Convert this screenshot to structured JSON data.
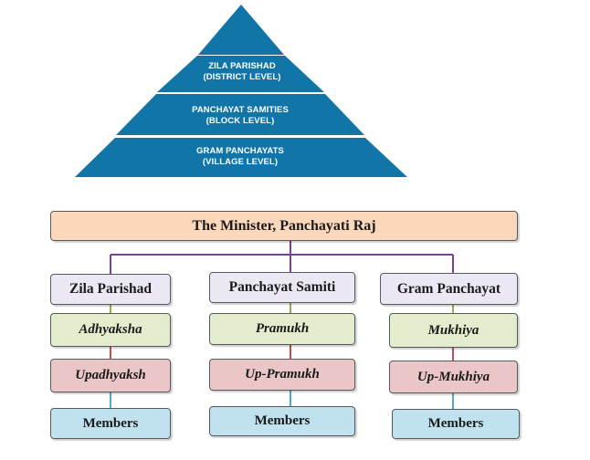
{
  "pyramid": {
    "color": "#1275a8",
    "levels": [
      {
        "line1": "ZILA PARISHAD",
        "line2": "(DISTRICT LEVEL)"
      },
      {
        "line1": "PANCHAYAT SAMITIES",
        "line2": "(BLOCK LEVEL)"
      },
      {
        "line1": "GRAM PANCHAYATS",
        "line2": "(VILLAGE LEVEL)"
      }
    ]
  },
  "chart": {
    "title": "The Minister, Panchayati Raj",
    "connector_color": "#7b3f99",
    "columns": [
      {
        "head": "Zila Parishad",
        "role1": "Adhyaksha",
        "role2": "Upadhyaksh",
        "members": "Members"
      },
      {
        "head": "Panchayat Samiti",
        "role1": "Pramukh",
        "role2": "Up-Pramukh",
        "members": "Members"
      },
      {
        "head": "Gram Panchayat",
        "role1": "Mukhiya",
        "role2": "Up-Mukhiya",
        "members": "Members"
      }
    ],
    "link_colors": {
      "green": "#8db04a",
      "red": "#c0504d",
      "blue": "#4bacc6"
    }
  }
}
